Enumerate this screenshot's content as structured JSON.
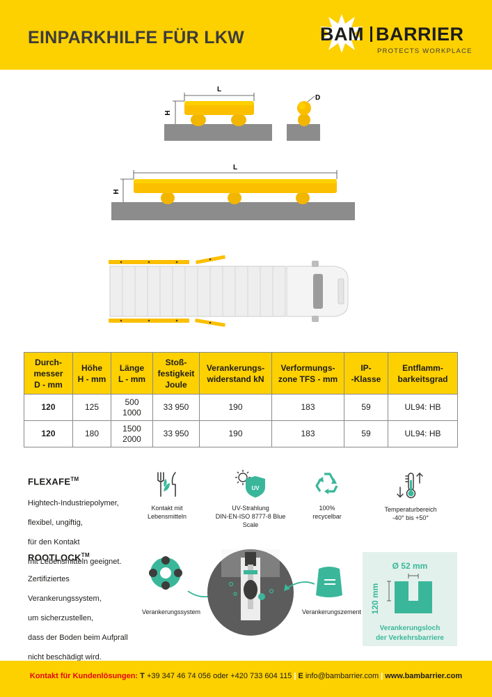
{
  "header": {
    "title": "EINPARKHILFE FÜR LKW",
    "logo": {
      "word1": "BAM",
      "word2": "BARRIER",
      "tagline": "PROTECTS WORKPLACE"
    }
  },
  "drawings": {
    "label_L": "L",
    "label_H": "H",
    "label_D": "D"
  },
  "table": {
    "headers": [
      [
        "Durch-",
        "messer",
        "D - mm"
      ],
      [
        "Höhe",
        "H - mm"
      ],
      [
        "Länge",
        "L - mm"
      ],
      [
        "Stoß-",
        "festigkeit",
        "Joule"
      ],
      [
        "Verankerungs-",
        "widerstand  kN"
      ],
      [
        "Verformungs-",
        "zone TFS - mm"
      ],
      [
        "IP-",
        "-Klasse"
      ],
      [
        "Entflamm-",
        "barkeitsgrad"
      ]
    ],
    "rows": [
      {
        "d": "120",
        "h": "125",
        "l1": "500",
        "l2": "1000",
        "joule": "33 950",
        "kn": "190",
        "tfs": "183",
        "ip": "59",
        "ul": "UL94: HB"
      },
      {
        "d": "120",
        "h": "180",
        "l1": "1500",
        "l2": "2000",
        "joule": "33 950",
        "kn": "190",
        "tfs": "183",
        "ip": "59",
        "ul": "UL94: HB"
      }
    ]
  },
  "flexafe": {
    "title": "FLEXAFE",
    "tm": "TM",
    "desc": [
      "Hightech-Industriepolymer,",
      "flexibel, ungiftig,",
      "für den Kontakt",
      "mit Lebensmitteln geeignet."
    ],
    "icons": [
      {
        "icon": "food-contact-icon",
        "caption": [
          "Kontakt mit",
          "Lebensmitteln"
        ]
      },
      {
        "icon": "uv-shield-icon",
        "badge": "UV",
        "caption": [
          "UV-Strahlung",
          "DIN-EN-ISO 8777-8 Blue",
          "Scale"
        ]
      },
      {
        "icon": "recycle-icon",
        "caption": [
          "100%",
          "recycelbar"
        ]
      },
      {
        "icon": "thermometer-icon",
        "caption": [
          "Temperaturbereich",
          "-40° bis +50°"
        ]
      }
    ]
  },
  "rootlock": {
    "title": "ROOTLOCK",
    "tm": "TM",
    "desc": [
      "Zertifiziertes",
      "Verankerungssystem,",
      "um sicherzustellen,",
      "dass der Boden beim Aufprall",
      "nicht beschädigt wird."
    ],
    "system_caption": "Verankerungssystem",
    "cement_caption": "Verankerungszement",
    "hole_diameter": "Ø 52 mm",
    "hole_depth": "120 mm",
    "panel_caption": [
      "Verankerungsloch",
      "der Verkehrsbarriere"
    ]
  },
  "footer": {
    "label": "Kontakt für Kundenlösungen:",
    "t": "T",
    "phones": "+39 347 46 74 056 oder +420 733 604 115",
    "e": "E",
    "email": "info@bambarrier.com",
    "web": "www.bambarrier.com"
  },
  "colors": {
    "yellow": "#fdd000",
    "teal": "#3ab79a",
    "grey": "#8c8c8c",
    "red": "#e30613"
  }
}
